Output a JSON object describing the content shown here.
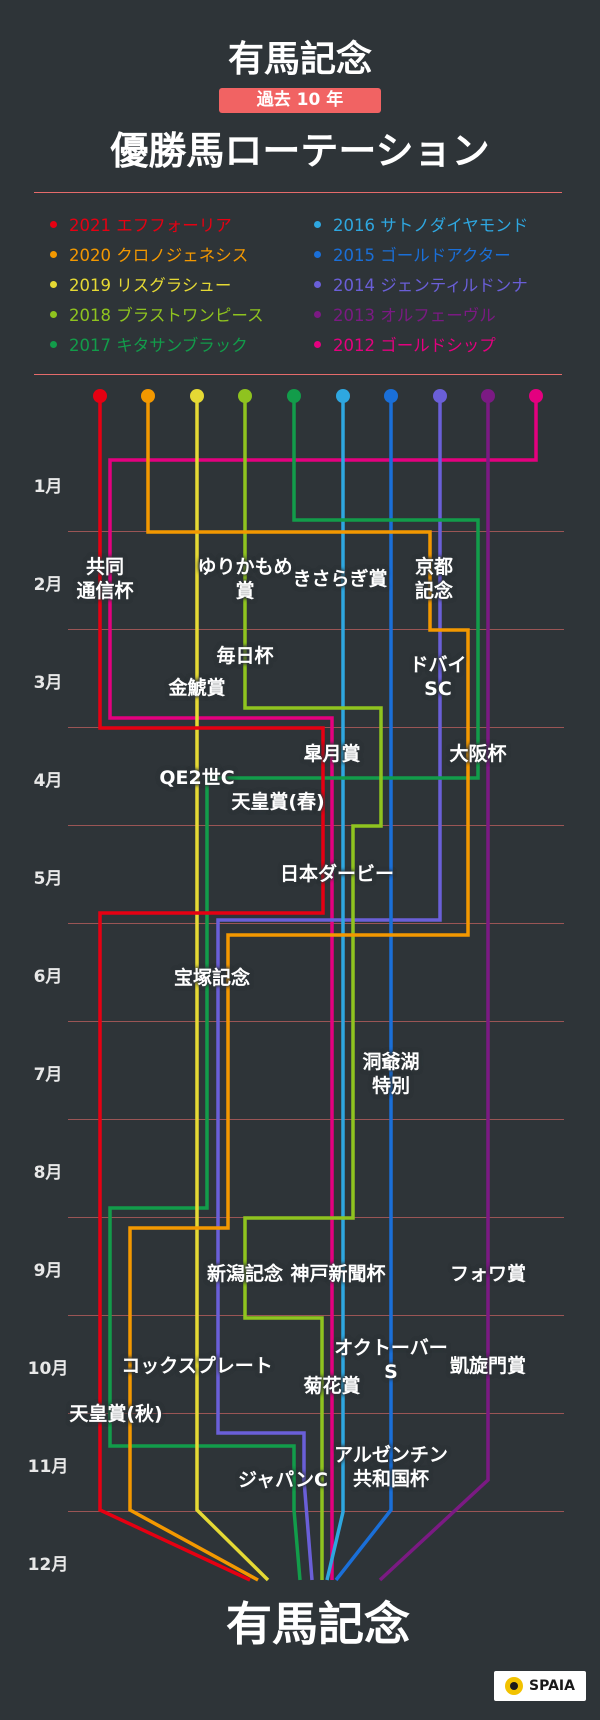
{
  "header": {
    "title": "有馬記念",
    "badge": "過去 10 年",
    "subtitle": "優勝馬ローテーション"
  },
  "legend": [
    {
      "label": "2021 エフフォーリア",
      "color": "#e60012"
    },
    {
      "label": "2020 クロノジェネシス",
      "color": "#f39800"
    },
    {
      "label": "2019 リスグラシュー",
      "color": "#e5d934"
    },
    {
      "label": "2018 ブラストワンピース",
      "color": "#8fc31f"
    },
    {
      "label": "2017 キタサンブラック",
      "color": "#129c4a"
    },
    {
      "label": "2016 サトノダイヤモンド",
      "color": "#2ea7e0"
    },
    {
      "label": "2015 ゴールドアクター",
      "color": "#1a6fd8"
    },
    {
      "label": "2014 ジェンティルドンナ",
      "color": "#6a5fd8"
    },
    {
      "label": "2013 オルフェーヴル",
      "color": "#7b1a83"
    },
    {
      "label": "2012 ゴールドシップ",
      "color": "#e4007f"
    }
  ],
  "months": [
    "1月",
    "2月",
    "3月",
    "4月",
    "5月",
    "6月",
    "7月",
    "8月",
    "9月",
    "10月",
    "11月",
    "12月"
  ],
  "races": [
    "共同\n通信杯",
    "ゆりかもめ\n賞",
    "きさらぎ賞",
    "京都\n記念",
    "毎日杯",
    "ドバイ\nSC",
    "金鯱賞",
    "皐月賞",
    "大阪杯",
    "QE2世C",
    "天皇賞(春)",
    "日本ダービー",
    "宝塚記念",
    "洞爺湖\n特別",
    "新潟記念",
    "神戸新聞杯",
    "フォワ賞",
    "コックスプレート",
    "オクトーバー\nS",
    "凱旋門賞",
    "菊花賞",
    "天皇賞(秋)",
    "アルゼンチン\n共和国杯",
    "ジャパンC"
  ],
  "final": "有馬記念",
  "brand": "SPAIA"
}
